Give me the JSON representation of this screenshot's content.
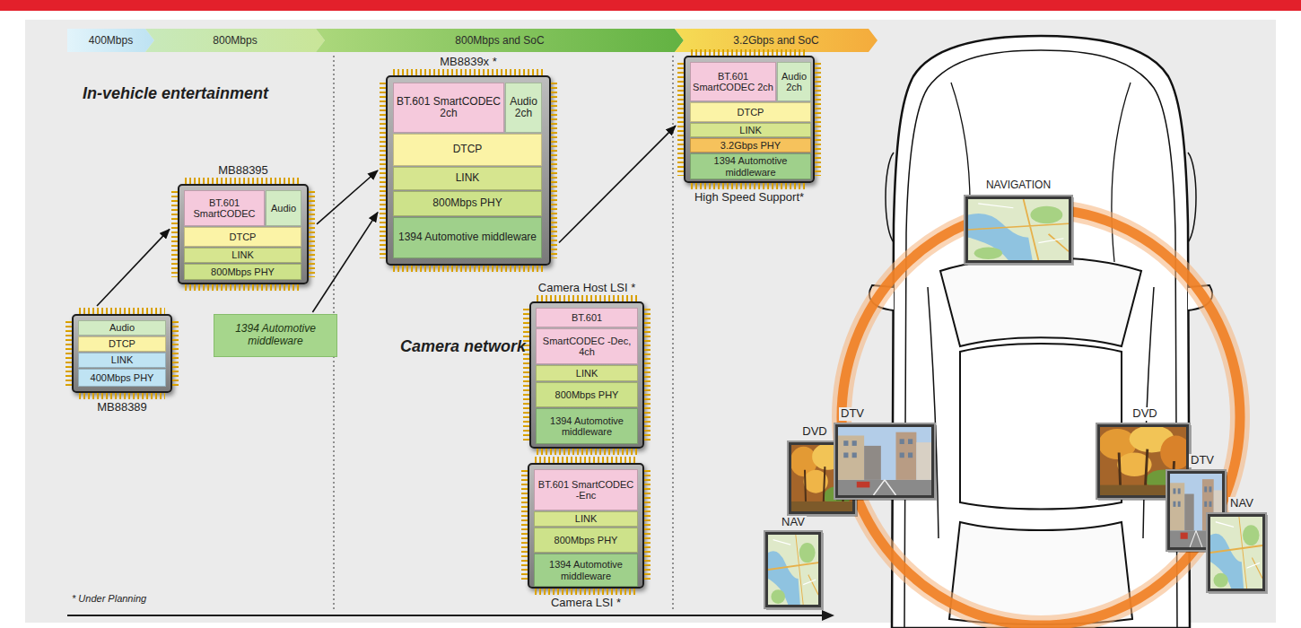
{
  "diagram": {
    "nodes": [
      {
        "text": [
          "400Mbps"
        ]
      },
      {
        "text": [
          "800Mbps"
        ]
      },
      {
        "text": [
          "800Mbps and SoC"
        ]
      },
      {
        "text": [
          "3.2Gbps and SoC"
        ]
      },
      {
        "text": [
          "MB88389"
        ]
      },
      {
        "text": [
          "Audio"
        ],
        "in": 4
      },
      {
        "text": [
          "DTCP"
        ],
        "in": 4
      },
      {
        "text": [
          "LINK"
        ],
        "in": 4
      },
      {
        "text": [
          "400Mbps PHY"
        ],
        "in": 4
      },
      {
        "text": [
          "MB88395"
        ]
      },
      {
        "text": [
          "BT.601 SmartCODEC"
        ],
        "in": 9
      },
      {
        "text": [
          "Audio"
        ],
        "in": 9
      },
      {
        "text": [
          "DTCP"
        ],
        "in": 9
      },
      {
        "text": [
          "LINK"
        ],
        "in": 9
      },
      {
        "text": [
          "800Mbps PHY"
        ],
        "in": 9
      },
      {
        "text": [
          "1394 Automotive middleware"
        ]
      },
      {
        "text": [
          "MB8839x *"
        ]
      },
      {
        "text": [
          "BT.601 SmartCODEC 2ch"
        ],
        "in": 16
      },
      {
        "text": [
          "Audio 2ch"
        ],
        "in": 16
      },
      {
        "text": [
          "DTCP"
        ],
        "in": 16
      },
      {
        "text": [
          "LINK"
        ],
        "in": 16
      },
      {
        "text": [
          "800Mbps PHY"
        ],
        "in": 16
      },
      {
        "text": [
          "1394 Automotive middleware"
        ],
        "in": 16
      },
      {
        "text": [
          "High Speed Support*"
        ]
      },
      {
        "text": [
          "BT.601 SmartCODEC 2ch"
        ],
        "in": 23
      },
      {
        "text": [
          "Audio 2ch"
        ],
        "in": 23
      },
      {
        "text": [
          "DTCP"
        ],
        "in": 23
      },
      {
        "text": [
          "LINK"
        ],
        "in": 23
      },
      {
        "text": [
          "3.2Gbps PHY"
        ],
        "in": 23
      },
      {
        "text": [
          "1394 Automotive middleware"
        ],
        "in": 23
      },
      {
        "text": [
          "Camera Host LSI *"
        ]
      },
      {
        "text": [
          "BT.601"
        ],
        "in": 30
      },
      {
        "text": [
          "SmartCODEC -Dec, 4ch"
        ],
        "in": 30
      },
      {
        "text": [
          "LINK"
        ],
        "in": 30
      },
      {
        "text": [
          "800Mbps PHY"
        ],
        "in": 30
      },
      {
        "text": [
          "1394 Automotive middleware"
        ],
        "in": 30
      },
      {
        "text": [
          "Camera LSI *"
        ]
      },
      {
        "text": [
          "BT.601 SmartCODEC -Enc"
        ],
        "in": 36
      },
      {
        "text": [
          "LINK"
        ],
        "in": 36
      },
      {
        "text": [
          "800Mbps PHY"
        ],
        "in": 36
      },
      {
        "text": [
          "1394 Automotive middleware"
        ],
        "in": 36
      }
    ],
    "edges": [
      {
        "from": 4,
        "to": 9,
        "arrow": "to"
      },
      {
        "from": 9,
        "to": 16,
        "arrow": "to"
      },
      {
        "from": 15,
        "to": 16,
        "arrow": "to"
      },
      {
        "from": 16,
        "to": 23,
        "arrow": "to"
      }
    ],
    "labels": [
      "In-vehicle entertainment",
      "Camera network",
      "* Under Planning",
      "NAVIGATION",
      "NAV",
      "DVD",
      "DTV",
      "DVD",
      "DTV",
      "NAV"
    ]
  }
}
